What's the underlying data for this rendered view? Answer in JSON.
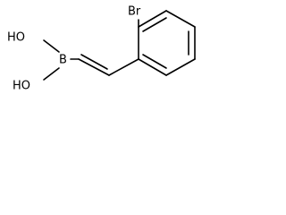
{
  "molecule": {
    "atoms": {
      "bromine": "Br",
      "boron": "B",
      "hydroxyl_top": "HO",
      "hydroxyl_bottom": "HO"
    }
  },
  "colors": {
    "bond": "#000000",
    "text": "#000000",
    "background": "#ffffff"
  }
}
